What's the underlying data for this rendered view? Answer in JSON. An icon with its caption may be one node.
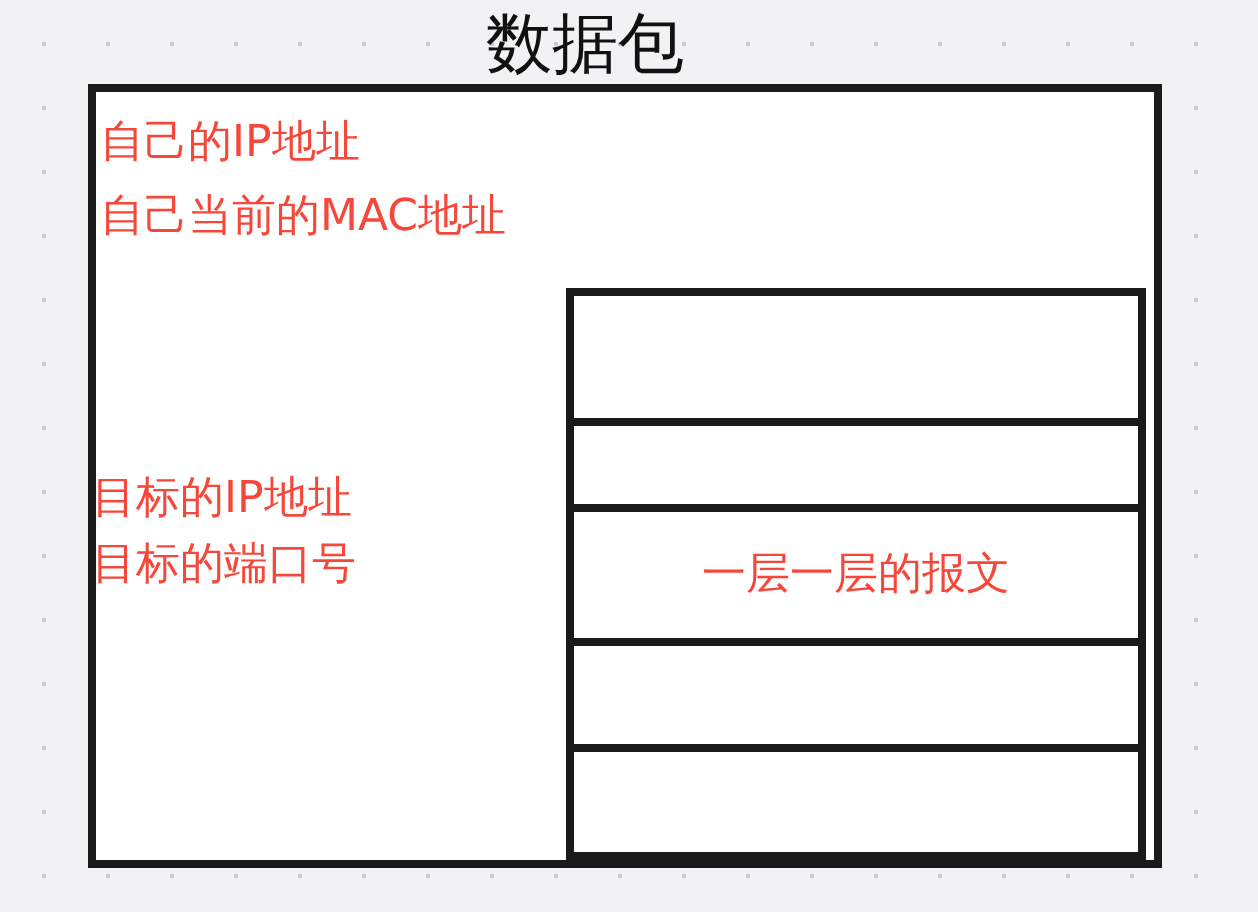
{
  "diagram": {
    "nodes": [
      {
        "text": [
          "数据包",
          "自己的IP地址",
          "自己当前的MAC地址",
          "目标的IP地址",
          "目标的端口号"
        ]
      },
      {
        "text": [],
        "shape": "box",
        "in": 0
      },
      {
        "text": [],
        "shape": "box",
        "in": 0
      },
      {
        "text": [
          "一层一层的报文"
        ],
        "in": 0
      },
      {
        "text": [],
        "shape": "box",
        "in": 0
      },
      {
        "text": [],
        "shape": "box",
        "in": 0
      }
    ]
  }
}
